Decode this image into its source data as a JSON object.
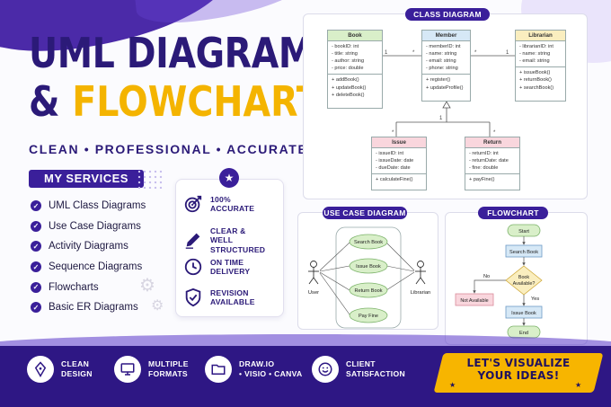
{
  "headline": {
    "line1": "UML DIAGRAMS",
    "line2_amp": "&",
    "line2_word": "FLOWCHARTS",
    "tagline": "CLEAN • PROFESSIONAL • ACCURATE"
  },
  "services": {
    "heading": "MY SERVICES",
    "items": [
      "UML Class Diagrams",
      "Use Case Diagrams",
      "Activity Diagrams",
      "Sequence Diagrams",
      "Flowcharts",
      "Basic ER Diagrams"
    ]
  },
  "features": [
    {
      "line1": "100%",
      "line2": "ACCURATE",
      "icon": "target-icon"
    },
    {
      "line1": "CLEAR &",
      "line2": "WELL STRUCTURED",
      "icon": "pencil-icon"
    },
    {
      "line1": "ON TIME",
      "line2": "DELIVERY",
      "icon": "clock-icon"
    },
    {
      "line1": "REVISION",
      "line2": "AVAILABLE",
      "icon": "shield-check-icon"
    }
  ],
  "class_diagram": {
    "tag": "CLASS DIAGRAM",
    "classes": {
      "book": {
        "name": "Book",
        "attrs": [
          "- bookID: int",
          "- title: string",
          "- author: string",
          "- price: double"
        ],
        "ops": [
          "+ addBook()",
          "+ updateBook()",
          "+ deleteBook()"
        ]
      },
      "member": {
        "name": "Member",
        "attrs": [
          "- memberID: int",
          "- name: string",
          "- email: string",
          "- phone: string"
        ],
        "ops": [
          "+ register()",
          "+ updateProfile()"
        ]
      },
      "librarian": {
        "name": "Librarian",
        "attrs": [
          "- librarianID: int",
          "- name: string",
          "- email: string"
        ],
        "ops": [
          "+ issueBook()",
          "+ returnBook()",
          "+ searchBook()"
        ]
      },
      "issue": {
        "name": "Issue",
        "attrs": [
          "- issueID: int",
          "- issueDate: date",
          "- dueDate: date"
        ],
        "ops": [
          "+ calculateFine()"
        ]
      },
      "return": {
        "name": "Return",
        "attrs": [
          "- returnID: int",
          "- returnDate: date",
          "- fine: double"
        ],
        "ops": [
          "+ payFine()"
        ]
      }
    },
    "multiplicities": {
      "book_member_left": "1",
      "book_member_right": "*",
      "member_librarian_left": "*",
      "member_librarian_right": "1",
      "member_down": "1",
      "issue_top": "*",
      "return_top": "*"
    }
  },
  "use_case": {
    "tag": "USE CASE DIAGRAM",
    "actor_left": "User",
    "actor_right": "Librarian",
    "cases": [
      "Search Book",
      "Issue Book",
      "Return Book",
      "Pay Fine"
    ]
  },
  "flowchart": {
    "tag": "FLOWCHART",
    "start": "Start",
    "step1": "Search Book",
    "decision_l1": "Book",
    "decision_l2": "Available?",
    "no_label": "No",
    "yes_label": "Yes",
    "no_box": "Not Available",
    "step2": "Issue Book",
    "end": "End"
  },
  "bottom_features": [
    {
      "line1": "CLEAN",
      "line2": "DESIGN",
      "icon": "pen-nib-icon"
    },
    {
      "line1": "MULTIPLE",
      "line2": "FORMATS",
      "icon": "monitor-icon"
    },
    {
      "line1": "DRAW.IO",
      "line2": "• VISIO • CANVA",
      "icon": "folder-icon"
    },
    {
      "line1": "CLIENT",
      "line2": "SATISFACTION",
      "icon": "smile-icon"
    }
  ],
  "cta": {
    "line1": "LET'S VISUALIZE",
    "line2": "YOUR IDEAS!"
  },
  "colors": {
    "primary": "#2b1a78",
    "accent": "#f4b400",
    "band": "#2e1784"
  }
}
